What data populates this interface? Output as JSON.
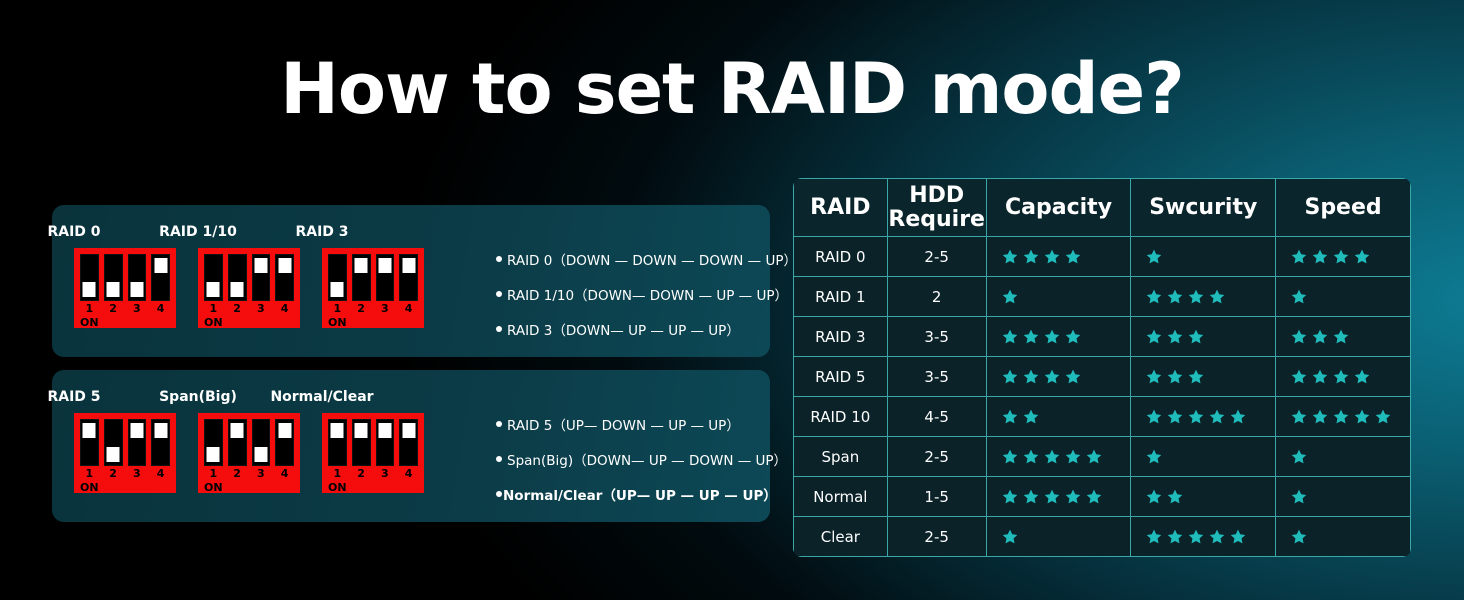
{
  "title": "How to set RAID mode?",
  "colors": {
    "accent_teal": "#20bcbc",
    "dip_red": "#f50d0d",
    "card_bg": "#0b3b46",
    "table_border": "#3aa8a8",
    "table_cell_bg": "#0a2228",
    "background_glow": "#0d7c94"
  },
  "panels": [
    {
      "name": "panel-top",
      "switches": [
        {
          "label": "RAID 0",
          "positions": [
            "down",
            "down",
            "down",
            "up"
          ],
          "numbers": [
            "1",
            "2",
            "3",
            "4"
          ],
          "on_label": "ON"
        },
        {
          "label": "RAID  1/10",
          "positions": [
            "down",
            "down",
            "up",
            "up"
          ],
          "numbers": [
            "1",
            "2",
            "3",
            "4"
          ],
          "on_label": "ON"
        },
        {
          "label": "RAID 3",
          "positions": [
            "down",
            "up",
            "up",
            "up"
          ],
          "numbers": [
            "1",
            "2",
            "3",
            "4"
          ],
          "on_label": "ON"
        }
      ],
      "legend": [
        {
          "text": "RAID 0（DOWN — DOWN — DOWN — UP）",
          "bold": false
        },
        {
          "text": "RAID 1/10（DOWN— DOWN — UP — UP）",
          "bold": false
        },
        {
          "text": "RAID 3（DOWN— UP  — UP — UP）",
          "bold": false
        }
      ]
    },
    {
      "name": "panel-bottom",
      "switches": [
        {
          "label": "RAID 5",
          "positions": [
            "up",
            "down",
            "up",
            "up"
          ],
          "numbers": [
            "1",
            "2",
            "3",
            "4"
          ],
          "on_label": "ON"
        },
        {
          "label": "Span(Big)",
          "positions": [
            "down",
            "up",
            "down",
            "up"
          ],
          "numbers": [
            "1",
            "2",
            "3",
            "4"
          ],
          "on_label": "ON"
        },
        {
          "label": "Normal/Clear",
          "positions": [
            "up",
            "up",
            "up",
            "up"
          ],
          "numbers": [
            "1",
            "2",
            "3",
            "4"
          ],
          "on_label": "ON"
        }
      ],
      "legend": [
        {
          "text": "RAID 5（UP— DOWN — UP — UP）",
          "bold": false
        },
        {
          "text": "Span(Big)（DOWN— UP — DOWN — UP）",
          "bold": false
        },
        {
          "text": "Normal/Clear（UP— UP — UP — UP）",
          "bold": true
        }
      ]
    }
  ],
  "chart_data": {
    "type": "table",
    "title": "RAID mode comparison",
    "columns": [
      "RAID",
      "HDD Require",
      "Capacity",
      "Swcurity",
      "Speed"
    ],
    "column_header_lines": [
      [
        "RAID"
      ],
      [
        "HDD",
        "Require"
      ],
      [
        "Capacity"
      ],
      [
        "Swcurity"
      ],
      [
        "Speed"
      ]
    ],
    "rating_max": 5,
    "rows": [
      {
        "raid": "RAID 0",
        "hdd": "2-5",
        "capacity": 4,
        "security": 1,
        "speed": 4
      },
      {
        "raid": "RAID 1",
        "hdd": "2",
        "capacity": 1,
        "security": 4,
        "speed": 1
      },
      {
        "raid": "RAID 3",
        "hdd": "3-5",
        "capacity": 4,
        "security": 3,
        "speed": 3
      },
      {
        "raid": "RAID 5",
        "hdd": "3-5",
        "capacity": 4,
        "security": 3,
        "speed": 4
      },
      {
        "raid": "RAID 10",
        "hdd": "4-5",
        "capacity": 2,
        "security": 5,
        "speed": 5
      },
      {
        "raid": "Span",
        "hdd": "2-5",
        "capacity": 5,
        "security": 1,
        "speed": 1
      },
      {
        "raid": "Normal",
        "hdd": "1-5",
        "capacity": 5,
        "security": 2,
        "speed": 1
      },
      {
        "raid": "Clear",
        "hdd": "2-5",
        "capacity": 1,
        "security": 5,
        "speed": 1
      }
    ]
  }
}
